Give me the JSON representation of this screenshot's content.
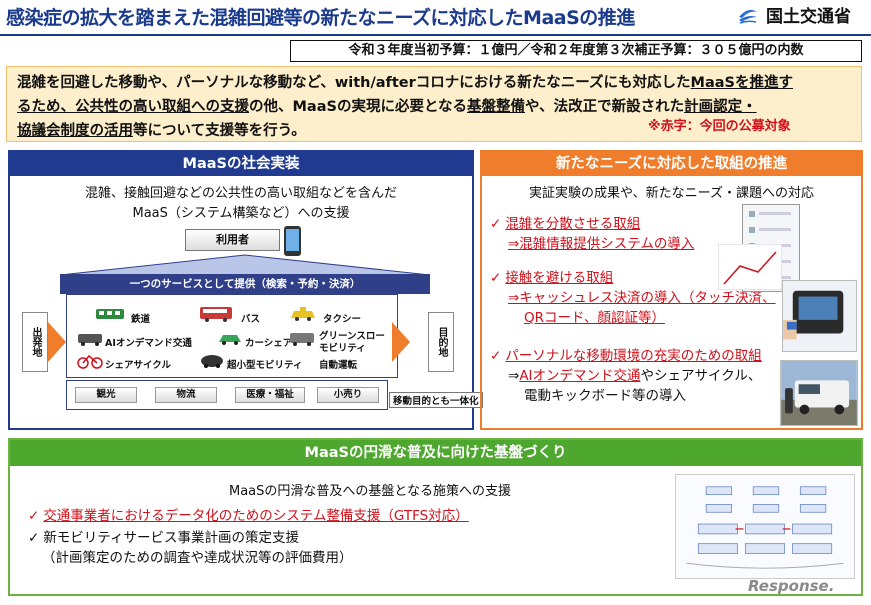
{
  "header": {
    "title": "感染症の拡大を踏まえた混雑回避等の新たなニーズに対応したMaaSの推進",
    "ministry": "国土交通省"
  },
  "budget": "令和３年度当初予算：１億円／令和２年度第３次補正予算：３０５億円の内数",
  "intro": {
    "line1a": "混雑を回避した移動や、パーソナルな移動など、with/afterコロナにおける新たなニーズにも対応した",
    "line1b": "MaaSを推進す",
    "line2a": "るため、",
    "line2b": "公共性の高い取組への支援",
    "line2c": "の他、MaaSの実現に必要となる",
    "line2d": "基盤整備",
    "line2e": "や、法改正で新設された",
    "line2f": "計画認定・",
    "line3a": "協議会制度の活用",
    "line3b": "等について支援等を行う。",
    "note": "※赤字：今回の公募対象"
  },
  "left": {
    "title": "MaaSの社会実装",
    "desc1": "混雑、接触回避などの公共性の高い取組などを含んだ",
    "desc2": "MaaS（システム構築など）への支援",
    "user": "利用者",
    "service_bar": "一つのサービスとして提供（検索・予約・決済）",
    "origin": "出発地",
    "dest": "目的地",
    "modes": [
      "鉄道",
      "バス",
      "タクシー",
      "AIオンデマンド交通",
      "カーシェア",
      "グリーンスロー",
      "モビリティ",
      "シェアサイクル",
      "超小型モビリティ",
      "自動運転"
    ],
    "purposes": [
      "観光",
      "物流",
      "医療・福祉",
      "小売り"
    ],
    "integrated": "移動目的とも一体化"
  },
  "right": {
    "title": "新たなニーズに対応した取組の推進",
    "desc": "実証実験の成果や、新たなニーズ・課題への対応",
    "item1": "混雑を分散させる取組",
    "item1_sub": "⇒混雑情報提供システムの導入",
    "item2": "接触を避ける取組",
    "item2_sub1": "⇒キャッシュレス決済の導入（タッチ決済、",
    "item2_sub2": "QRコード、顔認証等）",
    "item3": "パーソナルな移動環境の充実のための取組",
    "item3_sub1a": "⇒",
    "item3_sub1b": "AIオンデマンド交通",
    "item3_sub1c": "やシェアサイクル、",
    "item3_sub2": "電動キックボード等の導入"
  },
  "bottom": {
    "title": "MaaSの円滑な普及に向けた基盤づくり",
    "desc": "MaaSの円滑な普及への基盤となる施策への支援",
    "item1": "交通事業者におけるデータ化のためのシステム整備支援（GTFS対応）",
    "item2": "新モビリティサービス事業計画の策定支援",
    "item2_sub": "（計画策定のための調査や達成状況等の評価費用）"
  },
  "watermark": "Response.",
  "colors": {
    "navy": "#1f3a8f",
    "orange": "#ef7d2b",
    "green": "#4ea72e",
    "red": "#d0101a",
    "cream": "#fdeecc"
  }
}
